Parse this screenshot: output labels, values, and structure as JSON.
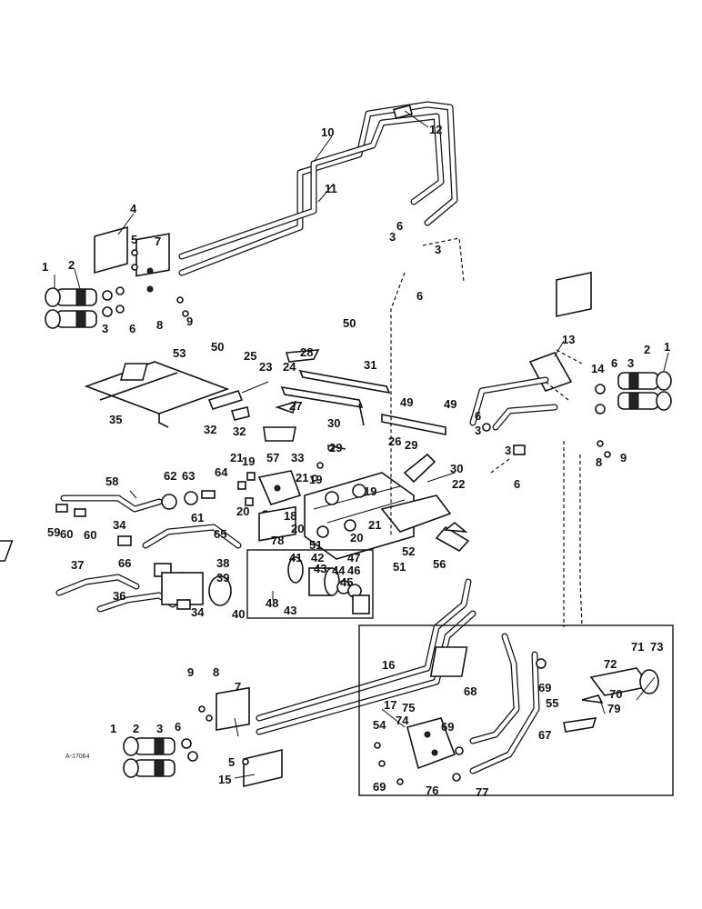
{
  "diagram": {
    "drawing_code": "A-17064",
    "callouts": [
      {
        "id": "c12",
        "text": "12"
      },
      {
        "id": "c10",
        "text": "10"
      },
      {
        "id": "c11",
        "text": "11"
      },
      {
        "id": "c4",
        "text": "4"
      },
      {
        "id": "c7a",
        "text": "7"
      },
      {
        "id": "c5a",
        "text": "5"
      },
      {
        "id": "c1a",
        "text": "1"
      },
      {
        "id": "c2a",
        "text": "2"
      },
      {
        "id": "c3a",
        "text": "3"
      },
      {
        "id": "c6a",
        "text": "6"
      },
      {
        "id": "c8a",
        "text": "8"
      },
      {
        "id": "c9a",
        "text": "9"
      },
      {
        "id": "c6b",
        "text": "6"
      },
      {
        "id": "c3b",
        "text": "3"
      },
      {
        "id": "c3c",
        "text": "3"
      },
      {
        "id": "c6c",
        "text": "6"
      },
      {
        "id": "c50a",
        "text": "50"
      },
      {
        "id": "c53",
        "text": "53"
      },
      {
        "id": "c50b",
        "text": "50"
      },
      {
        "id": "c25",
        "text": "25"
      },
      {
        "id": "c28",
        "text": "28"
      },
      {
        "id": "c23",
        "text": "23"
      },
      {
        "id": "c24",
        "text": "24"
      },
      {
        "id": "c31",
        "text": "31"
      },
      {
        "id": "c13",
        "text": "13"
      },
      {
        "id": "c2b",
        "text": "2"
      },
      {
        "id": "c1b",
        "text": "1"
      },
      {
        "id": "c14",
        "text": "14"
      },
      {
        "id": "c6d",
        "text": "6"
      },
      {
        "id": "c3d",
        "text": "3"
      },
      {
        "id": "c35",
        "text": "35"
      },
      {
        "id": "c32a",
        "text": "32"
      },
      {
        "id": "c32b",
        "text": "32"
      },
      {
        "id": "c27",
        "text": "27"
      },
      {
        "id": "c49a",
        "text": "49"
      },
      {
        "id": "c49b",
        "text": "49"
      },
      {
        "id": "c6e",
        "text": "6"
      },
      {
        "id": "c3e",
        "text": "3"
      },
      {
        "id": "c9b",
        "text": "9"
      },
      {
        "id": "c8b",
        "text": "8"
      },
      {
        "id": "c30a",
        "text": "30"
      },
      {
        "id": "c26",
        "text": "26"
      },
      {
        "id": "c29a",
        "text": "29"
      },
      {
        "id": "c33",
        "text": "33"
      },
      {
        "id": "c57",
        "text": "57"
      },
      {
        "id": "c21a",
        "text": "21"
      },
      {
        "id": "c19a",
        "text": "19"
      },
      {
        "id": "c29b",
        "text": "29"
      },
      {
        "id": "c30b",
        "text": "30"
      },
      {
        "id": "c3f",
        "text": "3"
      },
      {
        "id": "c6f",
        "text": "6"
      },
      {
        "id": "c22",
        "text": "22"
      },
      {
        "id": "c58",
        "text": "58"
      },
      {
        "id": "c62",
        "text": "62"
      },
      {
        "id": "c63",
        "text": "63"
      },
      {
        "id": "c64",
        "text": "64"
      },
      {
        "id": "c20a",
        "text": "20"
      },
      {
        "id": "c21b",
        "text": "21"
      },
      {
        "id": "c19b",
        "text": "19"
      },
      {
        "id": "c19c",
        "text": "19"
      },
      {
        "id": "c61",
        "text": "61"
      },
      {
        "id": "c18",
        "text": "18"
      },
      {
        "id": "c20b",
        "text": "20"
      },
      {
        "id": "c21c",
        "text": "21"
      },
      {
        "id": "c20c",
        "text": "20"
      },
      {
        "id": "c59",
        "text": "59"
      },
      {
        "id": "c60a",
        "text": "60"
      },
      {
        "id": "c60b",
        "text": "60"
      },
      {
        "id": "c34a",
        "text": "34"
      },
      {
        "id": "c65",
        "text": "65"
      },
      {
        "id": "c78",
        "text": "78"
      },
      {
        "id": "c51a",
        "text": "51"
      },
      {
        "id": "c52",
        "text": "52"
      },
      {
        "id": "c56",
        "text": "56"
      },
      {
        "id": "c51b",
        "text": "51"
      },
      {
        "id": "c41",
        "text": "41"
      },
      {
        "id": "c42",
        "text": "42"
      },
      {
        "id": "c47",
        "text": "47"
      },
      {
        "id": "c66",
        "text": "66"
      },
      {
        "id": "c38",
        "text": "38"
      },
      {
        "id": "c43a",
        "text": "43"
      },
      {
        "id": "c44",
        "text": "44"
      },
      {
        "id": "c46",
        "text": "46"
      },
      {
        "id": "c45",
        "text": "45"
      },
      {
        "id": "c37",
        "text": "37"
      },
      {
        "id": "c39",
        "text": "39"
      },
      {
        "id": "c36",
        "text": "36"
      },
      {
        "id": "c48",
        "text": "48"
      },
      {
        "id": "c43b",
        "text": "43"
      },
      {
        "id": "c34b",
        "text": "34"
      },
      {
        "id": "c40",
        "text": "40"
      },
      {
        "id": "c16",
        "text": "16"
      },
      {
        "id": "c71",
        "text": "71"
      },
      {
        "id": "c73",
        "text": "73"
      },
      {
        "id": "c72",
        "text": "72"
      },
      {
        "id": "c68",
        "text": "68"
      },
      {
        "id": "c69a",
        "text": "69"
      },
      {
        "id": "c55",
        "text": "55"
      },
      {
        "id": "c70",
        "text": "70"
      },
      {
        "id": "c79",
        "text": "79"
      },
      {
        "id": "c9c",
        "text": "9"
      },
      {
        "id": "c8c",
        "text": "8"
      },
      {
        "id": "c7b",
        "text": "7"
      },
      {
        "id": "c17",
        "text": "17"
      },
      {
        "id": "c75",
        "text": "75"
      },
      {
        "id": "c74",
        "text": "74"
      },
      {
        "id": "c69b",
        "text": "69"
      },
      {
        "id": "c67",
        "text": "67"
      },
      {
        "id": "c1c",
        "text": "1"
      },
      {
        "id": "c2c",
        "text": "2"
      },
      {
        "id": "c3g",
        "text": "3"
      },
      {
        "id": "c6g",
        "text": "6"
      },
      {
        "id": "c54",
        "text": "54"
      },
      {
        "id": "c5b",
        "text": "5"
      },
      {
        "id": "c15",
        "text": "15"
      },
      {
        "id": "c69c",
        "text": "69"
      },
      {
        "id": "c76",
        "text": "76"
      },
      {
        "id": "c77",
        "text": "77"
      }
    ]
  }
}
